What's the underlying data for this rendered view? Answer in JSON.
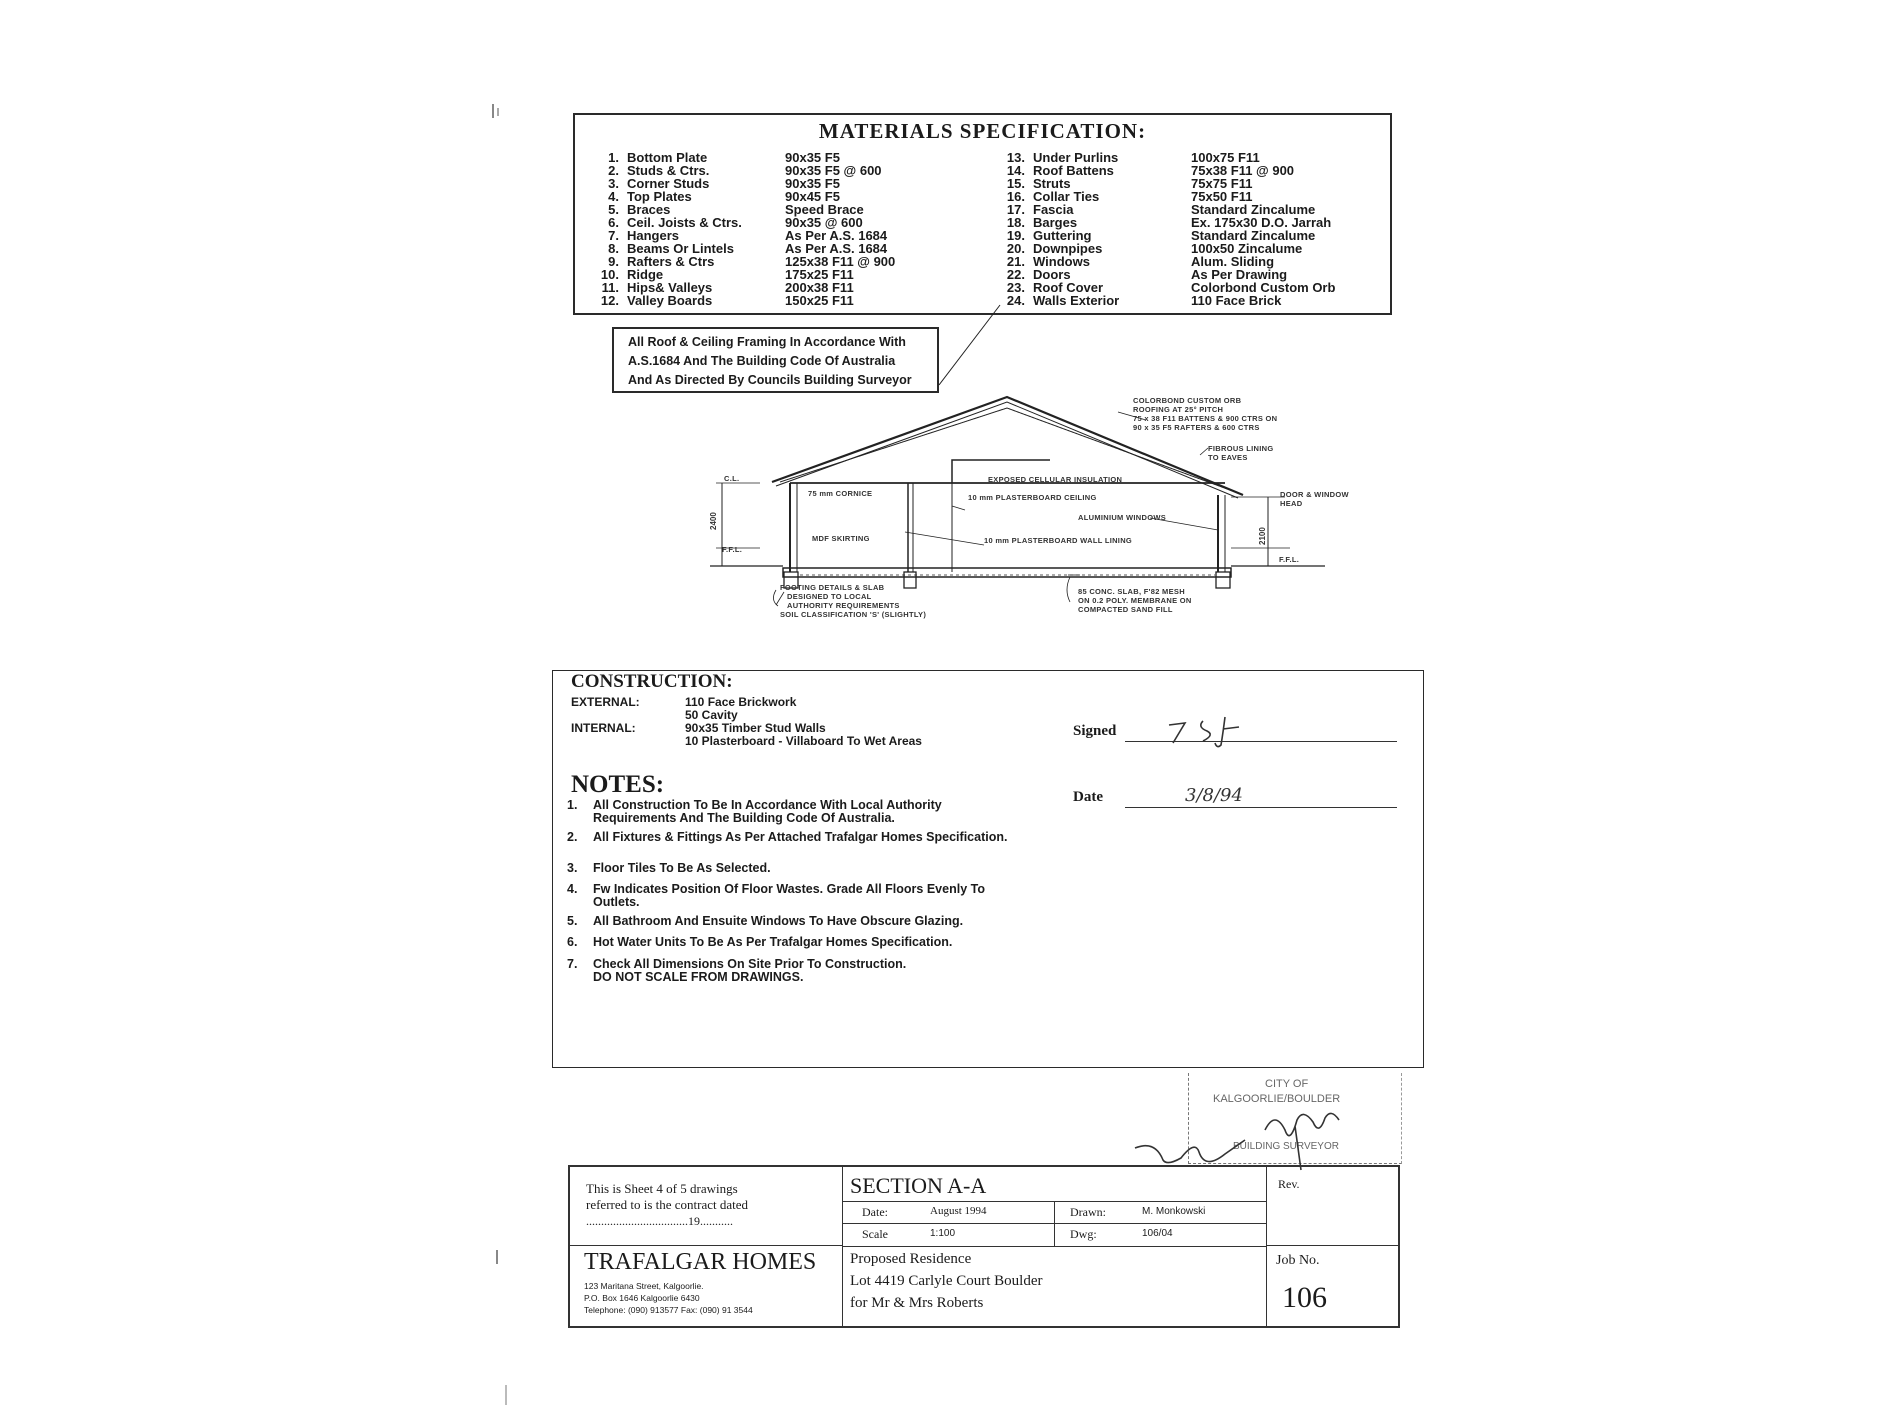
{
  "materials": {
    "title": "MATERIALS SPECIFICATION:",
    "left": [
      {
        "num": "1.",
        "name": "Bottom Plate",
        "value": "90x35 F5"
      },
      {
        "num": "2.",
        "name": "Studs & Ctrs.",
        "value": "90x35 F5 @ 600"
      },
      {
        "num": "3.",
        "name": "Corner Studs",
        "value": "90x35 F5"
      },
      {
        "num": "4.",
        "name": "Top Plates",
        "value": "90x45 F5"
      },
      {
        "num": "5.",
        "name": "Braces",
        "value": "Speed Brace"
      },
      {
        "num": "6.",
        "name": "Ceil. Joists & Ctrs.",
        "value": "90x35 @ 600"
      },
      {
        "num": "7.",
        "name": "Hangers",
        "value": "As Per A.S. 1684"
      },
      {
        "num": "8.",
        "name": "Beams Or Lintels",
        "value": "As Per A.S. 1684"
      },
      {
        "num": "9.",
        "name": "Rafters & Ctrs",
        "value": "125x38 F11 @ 900"
      },
      {
        "num": "10.",
        "name": "Ridge",
        "value": "175x25 F11"
      },
      {
        "num": "11.",
        "name": "Hips& Valleys",
        "value": "200x38 F11"
      },
      {
        "num": "12.",
        "name": "Valley Boards",
        "value": "150x25 F11"
      }
    ],
    "right": [
      {
        "num": "13.",
        "name": "Under Purlins",
        "value": "100x75 F11"
      },
      {
        "num": "14.",
        "name": "Roof Battens",
        "value": "75x38 F11 @ 900"
      },
      {
        "num": "15.",
        "name": "Struts",
        "value": "75x75 F11"
      },
      {
        "num": "16.",
        "name": "Collar Ties",
        "value": "75x50 F11"
      },
      {
        "num": "17.",
        "name": "Fascia",
        "value": "Standard Zincalume"
      },
      {
        "num": "18.",
        "name": "Barges",
        "value": "Ex. 175x30 D.O. Jarrah"
      },
      {
        "num": "19.",
        "name": "Guttering",
        "value": "Standard Zincalume"
      },
      {
        "num": "20.",
        "name": "Downpipes",
        "value": "100x50 Zincalume"
      },
      {
        "num": "21.",
        "name": "Windows",
        "value": "Alum. Sliding"
      },
      {
        "num": "22.",
        "name": "Doors",
        "value": "As Per Drawing"
      },
      {
        "num": "23.",
        "name": "Roof Cover",
        "value": "Colorbond Custom Orb"
      },
      {
        "num": "24.",
        "name": "Walls Exterior",
        "value": "110 Face Brick"
      }
    ],
    "callout": [
      "All Roof & Ceiling Framing In Accordance With",
      "A.S.1684 And The Building Code Of Australia",
      "And As Directed By Councils Building Surveyor"
    ]
  },
  "section_labels": {
    "roof_note_1": "COLORBOND CUSTOM ORB",
    "roof_note_2": "ROOFING AT 25° PITCH",
    "roof_note_3": "75 x 38 F11 BATTENS & 900 CTRS ON",
    "roof_note_4": "90 x 35 F5 RAFTERS & 600 CTRS",
    "eave_note_1": "FIBROUS LINING",
    "eave_note_2": "TO EAVES",
    "window_note_1": "DOOR & WINDOW",
    "window_note_2": "HEAD",
    "insulation": "EXPOSED CELLULAR INSULATION",
    "ceiling": "10 mm PLASTERBOARD CEILING",
    "alum_windows": "ALUMINIUM WINDOWS",
    "cornice": "75 mm CORNICE",
    "skirting": "MDF SKIRTING",
    "wall_lining": "10 mm PLASTERBOARD WALL LINING",
    "dim_ceiling": "2400",
    "dim_head": "2100",
    "ffl_left": "F.F.L.",
    "ffl_right": "F.F.L.",
    "cl": "C.L.",
    "footing_1": "FOOTING DETAILS & SLAB",
    "footing_2": "DESIGNED TO LOCAL",
    "footing_3": "AUTHORITY REQUIREMENTS",
    "footing_4": "SOIL CLASSIFICATION 'S' (SLIGHTLY)",
    "slab_1": "85 CONC. SLAB, F'82 MESH",
    "slab_2": "ON 0.2 POLY. MEMBRANE ON",
    "slab_3": "COMPACTED SAND FILL"
  },
  "construction": {
    "title": "CONSTRUCTION:",
    "external_label": "EXTERNAL:",
    "external_1": "110 Face Brickwork",
    "external_2": "50 Cavity",
    "internal_label": "INTERNAL:",
    "internal_1": "90x35 Timber Stud Walls",
    "internal_2": "10 Plasterboard - Villaboard To Wet Areas",
    "signed_label": "Signed",
    "date_label": "Date",
    "date_value": "3/8/94",
    "notes_title": "NOTES:",
    "notes": [
      {
        "n": "1.",
        "t": "All Construction To Be In Accordance With Local Authority Requirements And The Building Code Of Australia."
      },
      {
        "n": "2.",
        "t": "All Fixtures & Fittings As Per Attached Trafalgar Homes Specification."
      },
      {
        "n": "3.",
        "t": "Floor Tiles To Be As Selected."
      },
      {
        "n": "4.",
        "t": "Fw Indicates Position Of Floor Wastes.  Grade All Floors Evenly To Outlets."
      },
      {
        "n": "5.",
        "t": "All Bathroom And Ensuite Windows To Have Obscure Glazing."
      },
      {
        "n": "6.",
        "t": "Hot Water Units To Be As Per Trafalgar Homes Specification."
      },
      {
        "n": "7.",
        "t": "Check All Dimensions On Site Prior To Construction."
      }
    ],
    "notes_final": "DO NOT SCALE FROM DRAWINGS."
  },
  "stamp": {
    "line1": "CITY OF",
    "line2": "KALGOORLIE/BOULDER",
    "line3": "BUILDING SURVEYOR"
  },
  "titleblock": {
    "sheet_1": "This is Sheet 4 of 5 drawings",
    "sheet_2": "referred to is the contract dated",
    "sheet_3": "..................................19...........",
    "section": "SECTION  A-A",
    "date_label": "Date:",
    "date_value": "August 1994",
    "drawn_label": "Drawn:",
    "drawn_value": "M. Monkowski",
    "scale_label": "Scale",
    "scale_value": "1:100",
    "dwg_label": "Dwg:",
    "dwg_value": "106/04",
    "rev_label": "Rev.",
    "company": "TRAFALGAR HOMES",
    "addr_1": "123 Maritana Street, Kalgoorlie.",
    "addr_2": "P.O. Box 1646  Kalgoorlie   6430",
    "addr_3": "Telephone: (090) 913577  Fax: (090) 91 3544",
    "project_1": "Proposed Residence",
    "project_2": "Lot 4419 Carlyle Court  Boulder",
    "project_3": "for Mr & Mrs Roberts",
    "job_label": "Job No.",
    "job_value": "106"
  }
}
